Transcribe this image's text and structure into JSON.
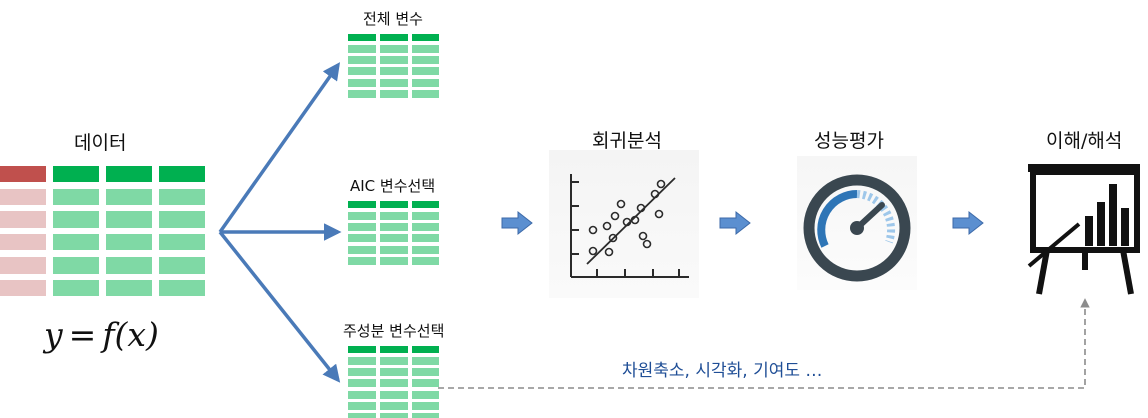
{
  "data_section": {
    "title": "데이터",
    "formula": {
      "lhs": "y",
      "eq": "=",
      "rhs": "f(x)"
    }
  },
  "selections": [
    {
      "label": "전체 변수"
    },
    {
      "label": "AIC 변수선택"
    },
    {
      "label": "주성분 변수선택"
    }
  ],
  "pipeline": {
    "regression": {
      "label": "회귀분석"
    },
    "evaluation": {
      "label": "성능평가"
    },
    "interpretation": {
      "label": "이해/해석"
    }
  },
  "dashed_path": {
    "caption": "차원축소, 시각화, 기여도 …"
  },
  "colors": {
    "header_green": "#00b050",
    "body_green": "#7fd9a5",
    "header_red": "#c0504d",
    "body_pink": "#e8c4c4",
    "arrow_blue": "#4a7ab8",
    "caption_blue": "#1f4e96",
    "gauge_blue": "#2e75b6",
    "gauge_dark": "#3a4750"
  },
  "icons": {
    "regression": "scatter-plot-icon",
    "evaluation": "speedometer-gauge-icon",
    "interpretation": "presentation-board-icon"
  }
}
